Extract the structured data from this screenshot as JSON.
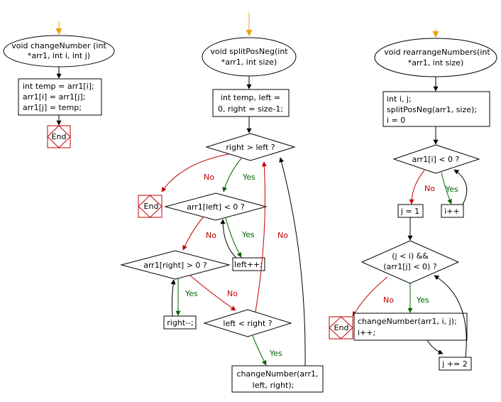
{
  "flow1": {
    "start": [
      "void changeNumber (int",
      "*arr1, int i, int j)"
    ],
    "body": [
      "int temp = arr1[i];",
      "arr1[i] = arr1[j];",
      "arr1[j] = temp;"
    ],
    "end": "End"
  },
  "flow2": {
    "start": [
      "void splitPosNeg(int",
      "*arr1, int size)"
    ],
    "init": [
      "int temp, left =",
      "0, right = size-1;"
    ],
    "cond_outer": "right > left ?",
    "end": "End",
    "cond_left": "arr1[left] < 0 ?",
    "left_inc": "left++;",
    "cond_right": "arr1[right] > 0 ?",
    "right_dec": "right--;",
    "cond_lr": "left < right ?",
    "swap": [
      "changeNumber(arr1,",
      "left, right);"
    ],
    "yes": "Yes",
    "no": "No"
  },
  "flow3": {
    "start": [
      "void rearrangeNumbers(int",
      "*arr1, int size)"
    ],
    "init": [
      "int i, j;",
      "splitPosNeg(arr1, size);",
      "i = 0"
    ],
    "cond_neg": "arr1[i] < 0 ?",
    "i_inc": "i++",
    "j_init": "j = 1",
    "cond_loop": [
      "(j < i) &&",
      "(arr1[j] < 0) ?"
    ],
    "end": "End",
    "swap": [
      "changeNumber(arr1, i, j);",
      "i++;"
    ],
    "j_add": "j += 2",
    "yes": "Yes",
    "no": "No"
  }
}
